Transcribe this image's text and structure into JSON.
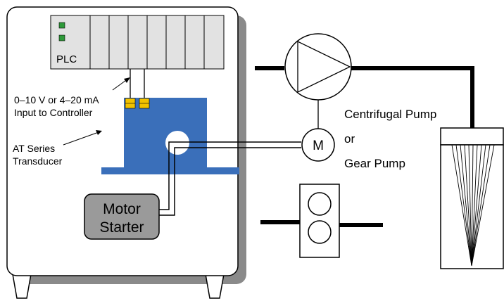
{
  "labels": {
    "plc": "PLC",
    "signal_line1": "0–10 V or 4–20 mA",
    "signal_line2": "Input to Controller",
    "transducer_line1": "AT Series",
    "transducer_line2": "Transducer",
    "starter_line1": "Motor",
    "starter_line2": "Starter",
    "motor": "M",
    "pump_line1": "Centrifugal Pump",
    "pump_line2": "or",
    "pump_line3": "Gear Pump"
  },
  "colors": {
    "transducer": "#3a6fba",
    "led": "#2e9a3a",
    "terminal": "#f2c200",
    "plc_body": "#e2e2e2",
    "cabinet_shadow": "#8a8a8a",
    "starter": "#9a9a9a"
  }
}
